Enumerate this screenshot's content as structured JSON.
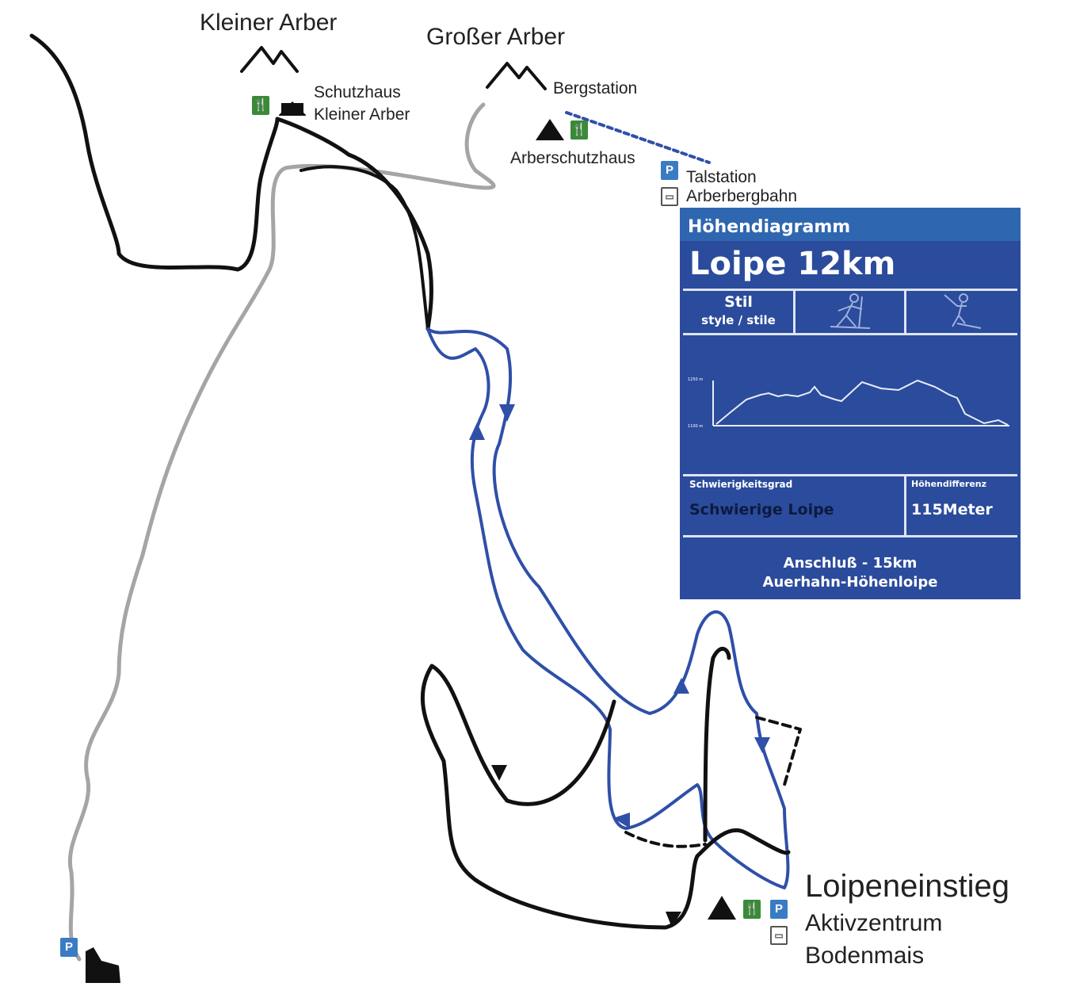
{
  "peaks": {
    "kleiner": "Kleiner Arber",
    "grosser": "Großer Arber"
  },
  "places": {
    "schutzhaus_line1": "Schutzhaus",
    "schutzhaus_line2": "Kleiner Arber",
    "bergstation": "Bergstation",
    "arberschutzhaus": "Arberschutzhaus",
    "talstation": "Talstation",
    "arberbergbahn": "Arberbergbahn",
    "loipeneinstieg": "Loipeneinstieg",
    "aktivzentrum": "Aktivzentrum",
    "bodenmais": "Bodenmais"
  },
  "icons": {
    "parking": "P",
    "restaurant": "🍴",
    "bus": "▭"
  },
  "panel": {
    "header": "Höhendiagramm",
    "title": "Loipe 12km",
    "style_label": "Stil",
    "style_sub": "style / stile",
    "elev_top": "1250 m",
    "elev_bottom": "1100 m",
    "difficulty_label": "Schwierigkeitsgrad",
    "difficulty_value": "Schwierige Loipe",
    "diff_label": "Höhendifferenz",
    "diff_value": "115Meter",
    "connection_line1": "Anschluß - 15km",
    "connection_line2": "Auerhahn-Höhenloipe"
  },
  "colors": {
    "panel": "#2b4b9c",
    "route": "#2f4fa8",
    "trail": "#111111",
    "path": "#a0a0a0"
  }
}
